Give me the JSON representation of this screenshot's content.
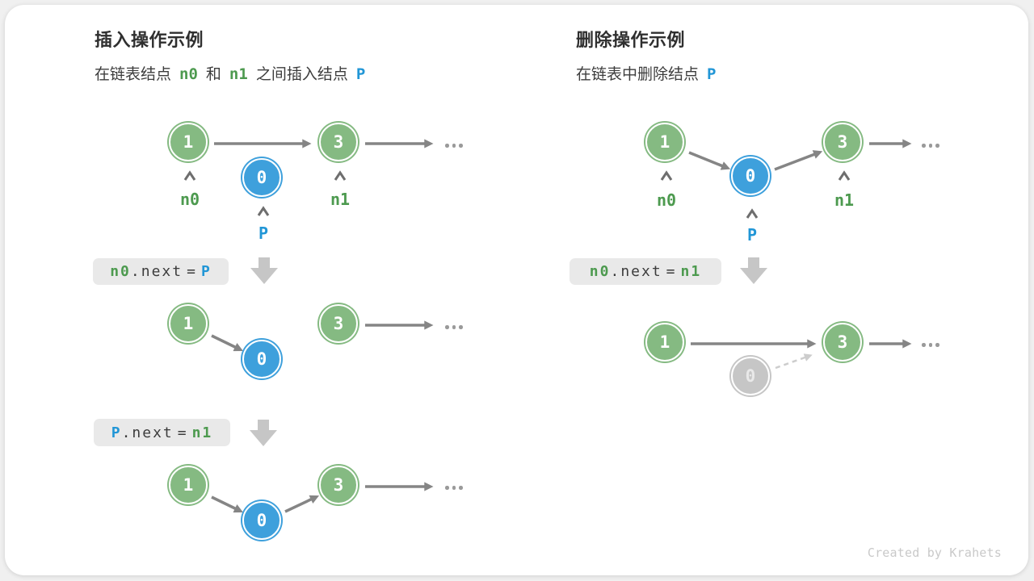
{
  "colors": {
    "node_green": "#85ba82",
    "node_blue": "#3ea0dc",
    "node_gray": "#c6c6c6",
    "label_green": "#4d9a4f",
    "label_blue": "#2196d6",
    "arrow_gray": "#858585",
    "block_arrow_gray": "#c6c6c6",
    "code_box_bg": "#e9e9e9"
  },
  "icons": {
    "ellipsis": "...",
    "caret_up": "^"
  },
  "left": {
    "title": "插入操作示例",
    "subtitle": {
      "t1": "在链表结点",
      "c1": "n0",
      "t2": "和",
      "c2": "n1",
      "t3": "之间插入结点",
      "c3": "P"
    },
    "fig1": {
      "v1": "1",
      "v0": "0",
      "v3": "3",
      "label_n0": "n0",
      "label_n1": "n1",
      "label_p": "P"
    },
    "code1": {
      "a": "n0",
      "b": ".next",
      "eq": "=",
      "c": "P"
    },
    "fig2": {
      "v1": "1",
      "v0": "0",
      "v3": "3"
    },
    "code2": {
      "a": "P",
      "b": ".next",
      "eq": "=",
      "c": "n1"
    },
    "fig3": {
      "v1": "1",
      "v0": "0",
      "v3": "3"
    }
  },
  "right": {
    "title": "删除操作示例",
    "subtitle": {
      "t1": "在链表中删除结点",
      "c1": "P"
    },
    "fig1": {
      "v1": "1",
      "v0": "0",
      "v3": "3",
      "label_n0": "n0",
      "label_n1": "n1",
      "label_p": "P"
    },
    "code1": {
      "a": "n0",
      "b": ".next",
      "eq": "=",
      "c": "n1"
    },
    "fig2": {
      "v1": "1",
      "v0": "0",
      "v3": "3"
    }
  },
  "credit": "Created by Krahets"
}
